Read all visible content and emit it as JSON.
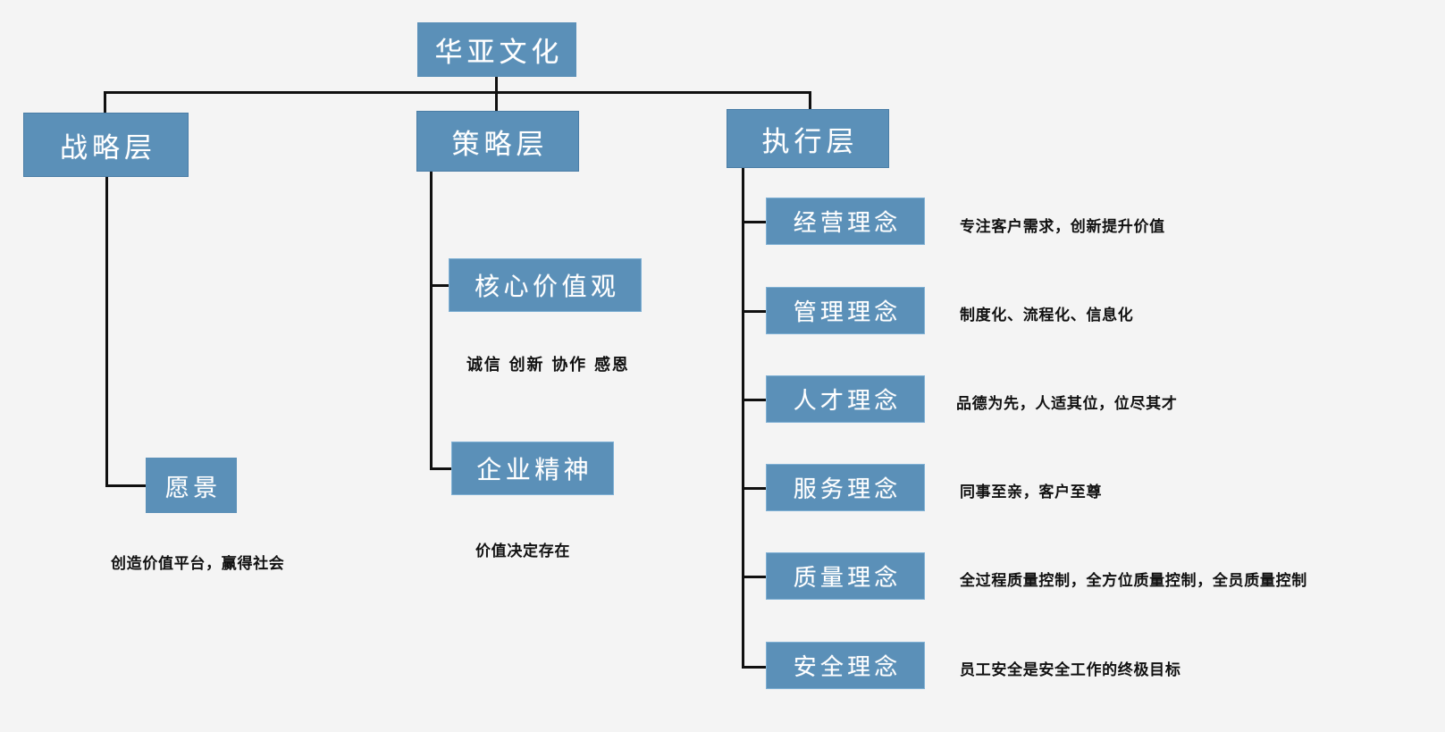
{
  "diagram": {
    "title": "华亚文化",
    "root": {
      "label": "华亚文化"
    },
    "levels": [
      {
        "label": "战略层"
      },
      {
        "label": "策略层"
      },
      {
        "label": "执行层"
      }
    ],
    "strategy_branch": {
      "node": {
        "label": "愿景"
      },
      "caption": "创造价值平台，赢得社会"
    },
    "tactical_branch": {
      "core_values": {
        "label": "核心价值观"
      },
      "core_values_caption": "诚信 创新 协作 感恩",
      "spirit": {
        "label": "企业精神"
      },
      "spirit_caption": "价值决定存在"
    },
    "execution_items": [
      {
        "label": "经营理念",
        "description": "专注客户需求，创新提升价值"
      },
      {
        "label": "管理理念",
        "description": "制度化、流程化、信息化"
      },
      {
        "label": "人才理念",
        "description": "品德为先，人适其位，位尽其才"
      },
      {
        "label": "服务理念",
        "description": "同事至亲，客户至尊"
      },
      {
        "label": "质量理念",
        "description": "全过程质量控制，全方位质量控制，全员质量控制"
      },
      {
        "label": "安全理念",
        "description": "员工安全是安全工作的终极目标"
      }
    ],
    "colors": {
      "node_fill": "#5b90b8",
      "node_border": "#4a7da6",
      "node_border_light": "#7fb0d4",
      "line": "#101010",
      "background": "#f4f4f4",
      "node_text": "#ffffff",
      "caption_text": "#111111"
    }
  }
}
